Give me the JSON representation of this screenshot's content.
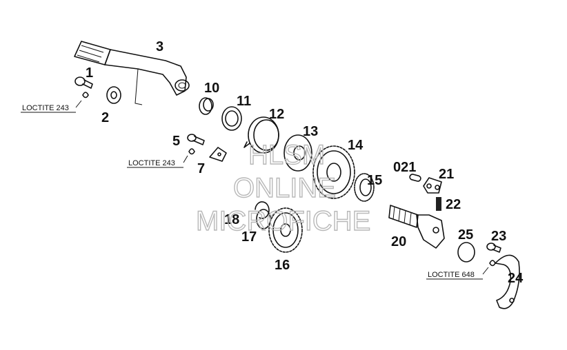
{
  "diagram": {
    "part_numbers": {
      "p1": "1",
      "p2": "2",
      "p3": "3",
      "p5": "5",
      "p7": "7",
      "p10": "10",
      "p11": "11",
      "p12": "12",
      "p13": "13",
      "p14": "14",
      "p15": "15",
      "p16": "16",
      "p17": "17",
      "p18": "18",
      "p20": "20",
      "p021": "021",
      "p21": "21",
      "p22": "22",
      "p23": "23",
      "p24": "24",
      "p25": "25"
    },
    "notes": {
      "loctite_1": "LOCTITE 243",
      "loctite_5": "LOCTITE 243",
      "loctite_23": "LOCTITE 648"
    },
    "watermark": {
      "line1": "HLSM",
      "line2": "ONLINE",
      "line3": "MICROFICHE"
    }
  }
}
